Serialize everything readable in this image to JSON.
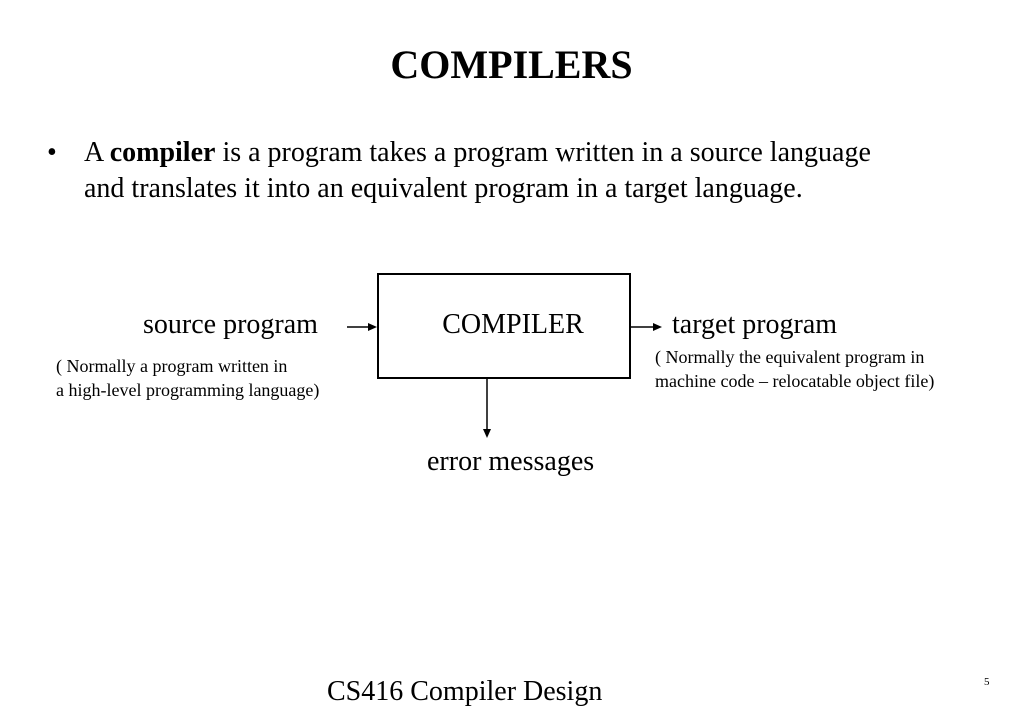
{
  "slide": {
    "title": "COMPILERS",
    "bullet_marker": "•",
    "bullet": {
      "prefix": "A ",
      "bold_term": "compiler",
      "line1_rest": " is a program takes a program written in a source language",
      "line2": "and translates it into an equivalent program in a target language."
    }
  },
  "diagram": {
    "box_label": "COMPILER",
    "source_label": "source program",
    "source_note_line1": "( Normally a program written in",
    "source_note_line2": "a high-level programming language)",
    "target_label": "target program",
    "target_note_line1": "( Normally the equivalent program in",
    "target_note_line2": "machine code – relocatable object file)",
    "error_label": "error messages"
  },
  "footer": {
    "course": "CS416 Compiler Design",
    "page_number": "5"
  }
}
